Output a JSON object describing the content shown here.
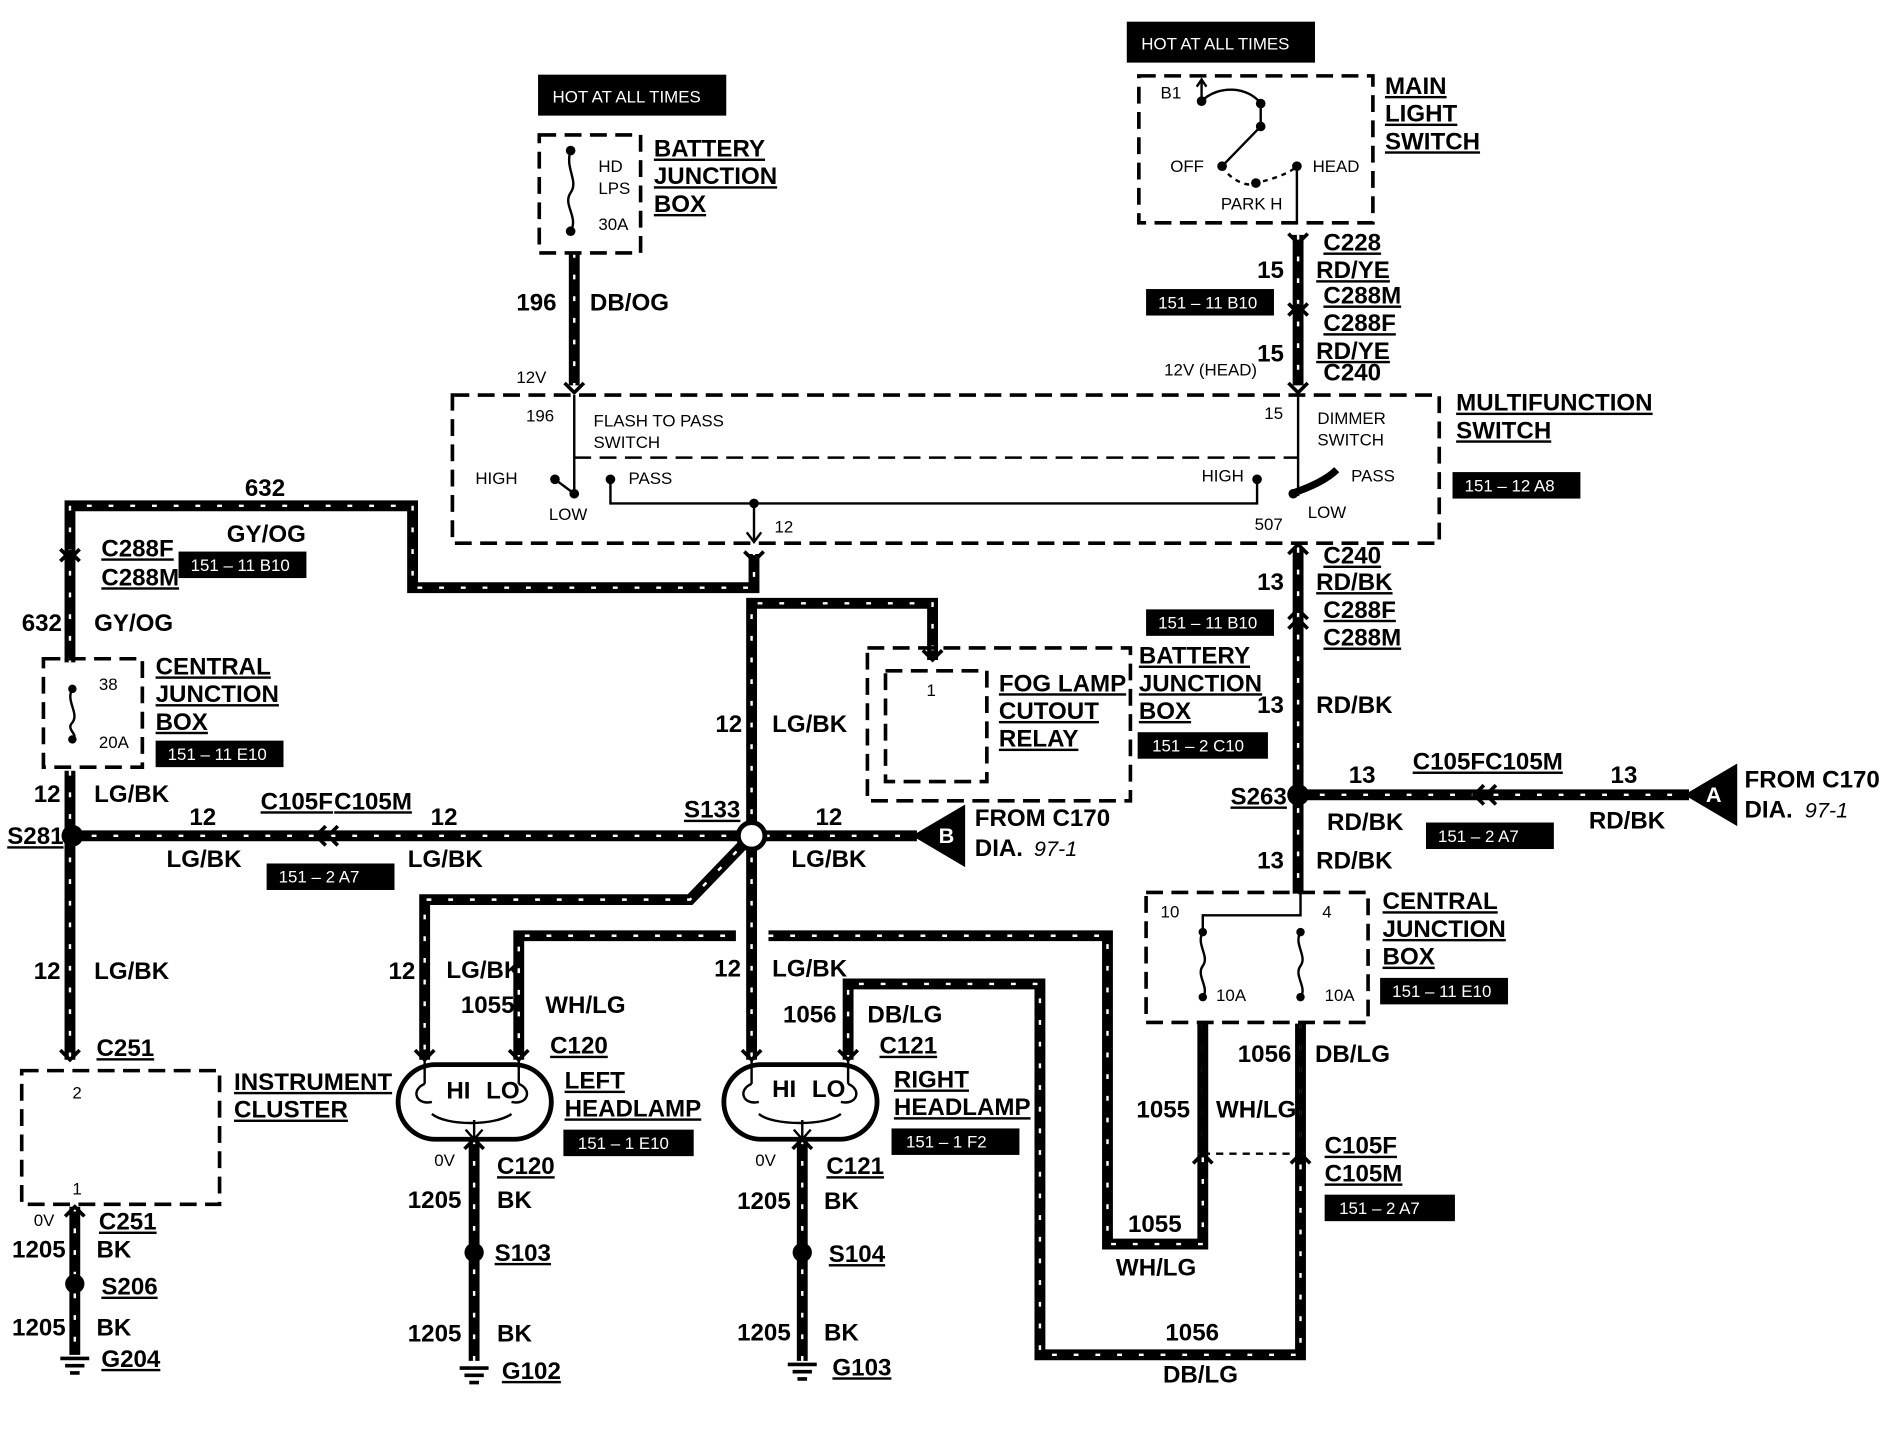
{
  "hot_labels": {
    "left": "HOT AT ALL TIMES",
    "right": "HOT AT ALL TIMES"
  },
  "battery_junction_box_top": {
    "title": [
      "BATTERY",
      "JUNCTION",
      "BOX"
    ],
    "fuse": [
      "HD",
      "LPS",
      "30A"
    ]
  },
  "main_light_switch": {
    "title": [
      "MAIN",
      "LIGHT",
      "SWITCH"
    ],
    "terminals": {
      "b1": "B1",
      "off": "OFF",
      "head": "HEAD",
      "park": "PARK H"
    }
  },
  "multifunction_switch": {
    "title": [
      "MULTIFUNCTION",
      "SWITCH"
    ],
    "ref": "151 – 12 A8",
    "flash": [
      "FLASH TO PASS",
      "SWITCH"
    ],
    "dimmer": [
      "DIMMER",
      "SWITCH"
    ],
    "labels": {
      "v12": "12V",
      "v12head": "12V (HEAD)",
      "c196": "196",
      "c15": "15",
      "high_left": "HIGH",
      "pass_left": "PASS",
      "low_left": "LOW",
      "high_right": "HIGH",
      "pass_right": "PASS",
      "low_right": "LOW",
      "c12": "12",
      "c507": "507"
    }
  },
  "wire_labels": {
    "w196": "196",
    "dbog": "DB/OG",
    "w15a": "15",
    "c228": "C228",
    "rdye_a": "RD/YE",
    "ref_b10_a": "151 – 11 B10",
    "c288m_a": "C288M",
    "c288f_a": "C288F",
    "w15b": "15",
    "rdye_b": "RD/YE",
    "c240_a": "C240",
    "w632_top": "632",
    "c288f_l": "C288F",
    "gyog_a": "GY/OG",
    "c288m_l": "C288M",
    "ref_b10_l": "151 – 11 B10",
    "w632_l": "632",
    "gyog_b": "GY/OG",
    "c240_b": "C240",
    "w13_a": "13",
    "rdbk_a": "RD/BK",
    "ref_b10_r": "151 – 11 B10",
    "c288f_r": "C288F",
    "c288m_r": "C288M",
    "w13_b": "13",
    "rdbk_b": "RD/BK",
    "w12_l1": "12",
    "lgbk_l1": "LG/BK",
    "s281": "S281",
    "w12_h1": "12",
    "lgbk_h1": "LG/BK",
    "c105f_a": "C105F",
    "c105m_a": "C105M",
    "w12_h2": "12",
    "lgbk_h2": "LG/BK",
    "ref_a7_a": "151 – 2 A7",
    "s133": "S133",
    "w12_h3": "12",
    "lgbk_h3": "LG/BK",
    "w12_v1": "12",
    "lgbk_v1": "LG/BK",
    "s263": "S263",
    "w13_h1": "13",
    "c105f_b": "C105F",
    "c105m_b": "C105M",
    "w13_h2": "13",
    "rdbk_h1": "RD/BK",
    "ref_a7_b": "151 – 2 A7",
    "rdbk_h2": "RD/BK",
    "w13_c": "13",
    "rdbk_c": "RD/BK",
    "w12_l2": "12",
    "lgbk_l2": "LG/BK",
    "c251_top": "C251",
    "w12_lh": "12",
    "lgbk_lh": "LG/BK",
    "w1055_a": "1055",
    "whlg_a": "WH/LG",
    "c120_top": "C120",
    "w12_rh": "12",
    "lgbk_rh": "LG/BK",
    "w1056_a": "1056",
    "dblg_a": "DB/LG",
    "c121_top": "C121",
    "w1056_b": "1056",
    "dblg_b": "DB/LG",
    "w1055_b": "1055",
    "whlg_b": "WH/LG",
    "c105f_c": "C105F",
    "c105m_c": "C105M",
    "ref_a7_c": "151 – 2 A7",
    "w1055_c": "1055",
    "whlg_c": "WH/LG",
    "w1056_c": "1056",
    "dblg_c": "DB/LG"
  },
  "central_junction_left": {
    "title": [
      "CENTRAL",
      "JUNCTION",
      "BOX"
    ],
    "ref": "151 – 11 E10",
    "pin": "38",
    "fuse": "20A"
  },
  "central_junction_right": {
    "title": [
      "CENTRAL",
      "JUNCTION",
      "BOX"
    ],
    "ref": "151 – 11 E10",
    "pin_l": "10",
    "pin_r": "4",
    "fuse_l": "10A",
    "fuse_r": "10A"
  },
  "fog_relay": {
    "title": [
      "FOG LAMP",
      "CUTOUT",
      "RELAY"
    ],
    "pin": "1"
  },
  "battery_junction_box_mid": {
    "title": [
      "BATTERY",
      "JUNCTION",
      "BOX"
    ],
    "ref": "151 – 2 C10"
  },
  "from_b": {
    "letter": "B",
    "line1": "FROM C170",
    "line2": "DIA.",
    "page": "97-1"
  },
  "from_a": {
    "letter": "A",
    "line1": "FROM C170",
    "line2": "DIA.",
    "page": "97-1"
  },
  "instrument_cluster": {
    "title": [
      "INSTRUMENT",
      "CLUSTER"
    ],
    "pin_top": "2",
    "pin_bot": "1",
    "ov": "0V",
    "c251": "C251",
    "w1205_a": "1205",
    "bk_a": "BK",
    "s206": "S206",
    "w1205_b": "1205",
    "bk_b": "BK",
    "g204": "G204"
  },
  "left_headlamp": {
    "title": [
      "LEFT",
      "HEADLAMP"
    ],
    "ref": "151 – 1 E10",
    "hi": "HI",
    "lo": "LO",
    "ov": "0V",
    "c120": "C120",
    "w1205_a": "1205",
    "bk_a": "BK",
    "s103": "S103",
    "w1205_b": "1205",
    "bk_b": "BK",
    "g102": "G102"
  },
  "right_headlamp": {
    "title": [
      "RIGHT",
      "HEADLAMP"
    ],
    "ref": "151 – 1 F2",
    "hi": "HI",
    "lo": "LO",
    "ov": "0V",
    "c121": "C121",
    "w1205_a": "1205",
    "bk_a": "BK",
    "s104": "S104",
    "w1205_b": "1205",
    "bk_b": "BK",
    "g103": "G103"
  }
}
